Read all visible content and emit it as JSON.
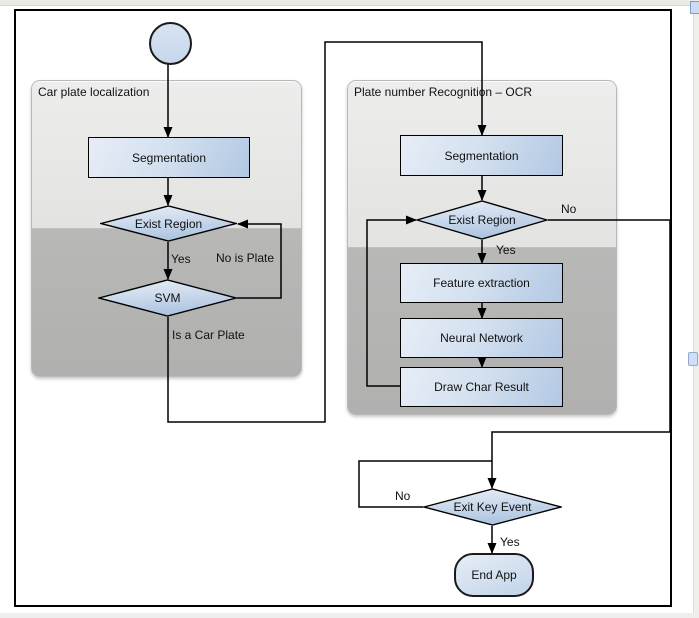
{
  "diagram": {
    "groups": [
      {
        "id": "localization",
        "title": "Car plate localization"
      },
      {
        "id": "ocr",
        "title": "Plate number Recognition – OCR"
      }
    ],
    "nodes": [
      {
        "id": "start",
        "type": "start",
        "label": ""
      },
      {
        "id": "seg1",
        "type": "process",
        "label": "Segmentation"
      },
      {
        "id": "exist1",
        "type": "decision",
        "label": "Exist Region"
      },
      {
        "id": "svm",
        "type": "decision",
        "label": "SVM"
      },
      {
        "id": "seg2",
        "type": "process",
        "label": "Segmentation"
      },
      {
        "id": "exist2",
        "type": "decision",
        "label": "Exist Region"
      },
      {
        "id": "feature",
        "type": "process",
        "label": "Feature extraction"
      },
      {
        "id": "nn",
        "type": "process",
        "label": "Neural Network"
      },
      {
        "id": "draw",
        "type": "process",
        "label": "Draw Char Result"
      },
      {
        "id": "exit",
        "type": "decision",
        "label": "Exit Key Event"
      },
      {
        "id": "end",
        "type": "terminator",
        "label": "End App"
      }
    ],
    "edge_labels": {
      "exist1_yes": "Yes",
      "exist1_no": "No is Plate",
      "svm_out": "Is a Car Plate",
      "exist2_no": "No",
      "exist2_yes": "Yes",
      "exit_no": "No",
      "exit_yes": "Yes"
    },
    "colors": {
      "node_fill_light": "#e6edf7",
      "node_fill_dark": "#b2c8e3",
      "node_border": "#000000",
      "group_top": "#ededec",
      "group_bottom": "#b0b0af",
      "edge_stroke": "#000000",
      "scroll_accent": "#cfdff5"
    }
  }
}
